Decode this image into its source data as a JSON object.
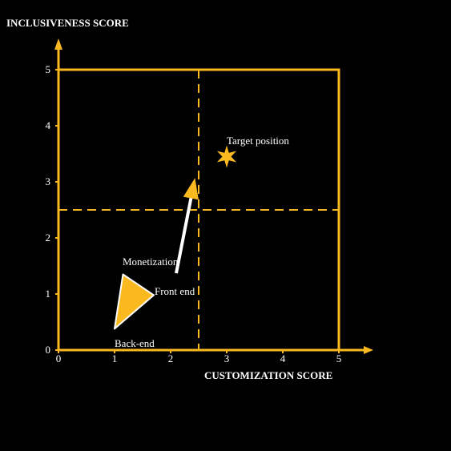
{
  "colors": {
    "background": "#000000",
    "accent": "#fbb920",
    "arrow": "#ffffff",
    "text": "#ffffff"
  },
  "chart_data": {
    "type": "scatter",
    "title": "",
    "xlabel": "CUSTOMIZATION SCORE",
    "ylabel": "INCLUSIVENESS SCORE",
    "xlim": [
      0,
      5
    ],
    "ylim": [
      0,
      5
    ],
    "x_ticks": [
      "0",
      "1",
      "2",
      "3",
      "4",
      "5"
    ],
    "y_ticks": [
      "0",
      "1",
      "2",
      "3",
      "4",
      "5"
    ],
    "quadrant_dividers": {
      "x": 2.5,
      "y": 2.5
    },
    "current_shape": {
      "type": "triangle",
      "vertices": [
        {
          "label": "Monetization",
          "x": 1.15,
          "y": 1.35
        },
        {
          "label": "Front end",
          "x": 1.7,
          "y": 0.98
        },
        {
          "label": "Back-end",
          "x": 1.0,
          "y": 0.38
        }
      ]
    },
    "movement_arrow": {
      "from": [
        2.1,
        1.37
      ],
      "to": [
        2.43,
        3.05
      ]
    },
    "target": {
      "label": "Target position",
      "x": 3.0,
      "y": 3.45,
      "marker": "star-icon"
    }
  }
}
